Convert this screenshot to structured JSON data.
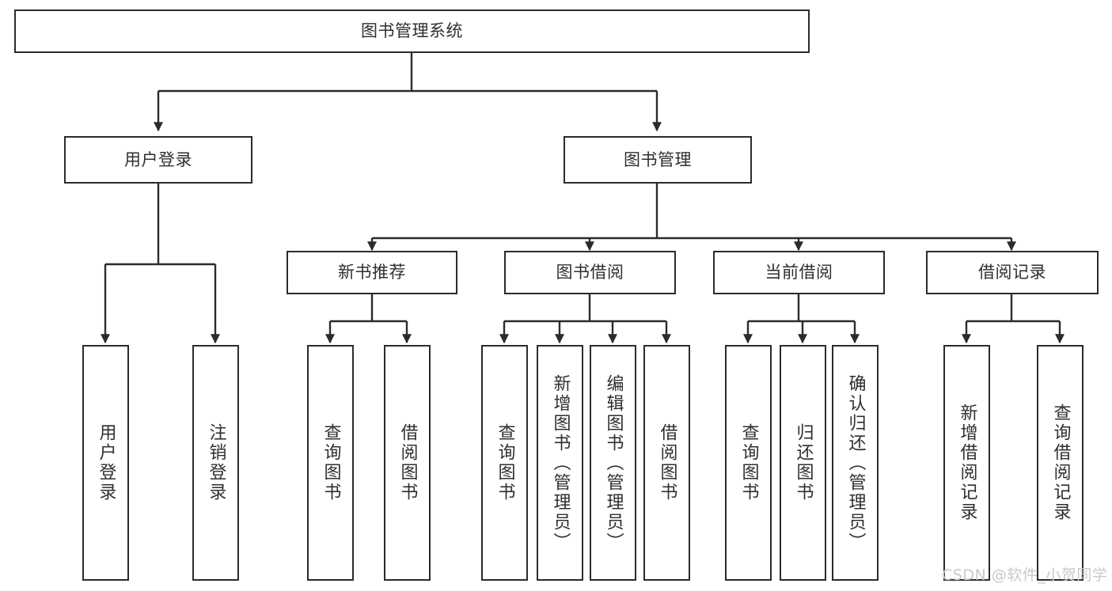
{
  "diagram": {
    "title": "图书管理系统",
    "type": "tree",
    "watermark": "CSDN @软件_小贺同学",
    "style": {
      "border_color": "#2b2b2b",
      "text_color": "#2f2f2f",
      "background": "#ffffff",
      "watermark_color": "#c9c9c9"
    },
    "levels": {
      "root": "图书管理系统",
      "level1": [
        "用户登录",
        "图书管理"
      ],
      "level2": [
        "新书推荐",
        "图书借阅",
        "当前借阅",
        "借阅记录"
      ]
    },
    "nodes": {
      "root": {
        "label": "图书管理系统"
      },
      "user_login": {
        "label": "用户登录"
      },
      "book_manage": {
        "label": "图书管理"
      },
      "new_book_rec": {
        "label": "新书推荐"
      },
      "book_borrow": {
        "label": "图书借阅"
      },
      "current_borrow": {
        "label": "当前借阅"
      },
      "borrow_record": {
        "label": "借阅记录"
      },
      "leaf_user_login": {
        "label": "用户登录"
      },
      "leaf_logout": {
        "label": "注销登录"
      },
      "leaf_query_book_1": {
        "label": "查询图书"
      },
      "leaf_borrow_book_1": {
        "label": "借阅图书"
      },
      "leaf_query_book_2": {
        "label": "查询图书"
      },
      "leaf_add_book": {
        "label": "新增图书（管理员）"
      },
      "leaf_edit_book": {
        "label": "编辑图书（管理员）"
      },
      "leaf_borrow_book_2": {
        "label": "借阅图书"
      },
      "leaf_query_book_3": {
        "label": "查询图书"
      },
      "leaf_return_book": {
        "label": "归还图书"
      },
      "leaf_confirm_return": {
        "label": "确认归还（管理员）"
      },
      "leaf_add_record": {
        "label": "新增借阅记录"
      },
      "leaf_query_record": {
        "label": "查询借阅记录"
      }
    },
    "edges": [
      {
        "from": "root",
        "to": "user_login"
      },
      {
        "from": "root",
        "to": "book_manage"
      },
      {
        "from": "user_login",
        "to": "leaf_user_login"
      },
      {
        "from": "user_login",
        "to": "leaf_logout"
      },
      {
        "from": "book_manage",
        "to": "new_book_rec"
      },
      {
        "from": "book_manage",
        "to": "book_borrow"
      },
      {
        "from": "book_manage",
        "to": "current_borrow"
      },
      {
        "from": "book_manage",
        "to": "borrow_record"
      },
      {
        "from": "new_book_rec",
        "to": "leaf_query_book_1"
      },
      {
        "from": "new_book_rec",
        "to": "leaf_borrow_book_1"
      },
      {
        "from": "book_borrow",
        "to": "leaf_query_book_2"
      },
      {
        "from": "book_borrow",
        "to": "leaf_add_book"
      },
      {
        "from": "book_borrow",
        "to": "leaf_edit_book"
      },
      {
        "from": "book_borrow",
        "to": "leaf_borrow_book_2"
      },
      {
        "from": "current_borrow",
        "to": "leaf_query_book_3"
      },
      {
        "from": "current_borrow",
        "to": "leaf_return_book"
      },
      {
        "from": "current_borrow",
        "to": "leaf_confirm_return"
      },
      {
        "from": "borrow_record",
        "to": "leaf_add_record"
      },
      {
        "from": "borrow_record",
        "to": "leaf_query_record"
      }
    ]
  }
}
